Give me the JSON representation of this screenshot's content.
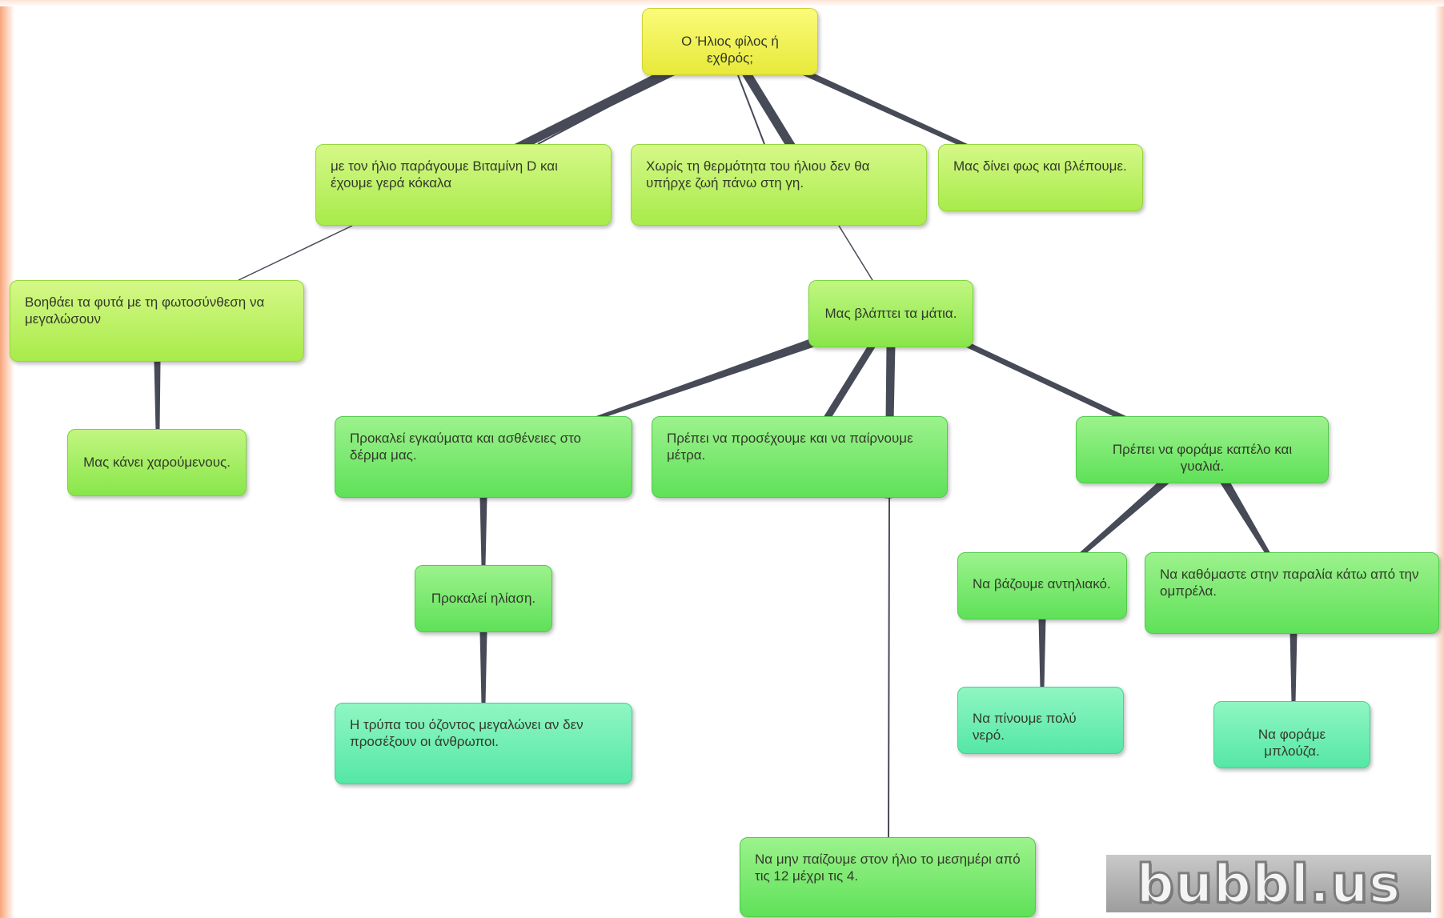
{
  "nodes": {
    "root": "Ο Ήλιος φίλος ή εχθρός;",
    "vitamin_d": "με τον ήλιο παράγουμε Βιταμίνη D και έχουμε γερά κόκαλα",
    "no_life": "Χωρίς τη θερμότητα του ήλιου δεν θα υπήρχε ζωή πάνω στη γη.",
    "light_see": "Μας δίνει φως και βλέπουμε.",
    "photosynthesis": "Βοηθάει τα φυτά με τη φωτοσύνθεση να μεγαλώσουν",
    "happy": "Μας κάνει χαρούμενους.",
    "harms_eyes": "Μας βλάπτει τα μάτια.",
    "burns": "Προκαλεί εγκαύματα και ασθένειες στο δέρμα μας.",
    "sunstroke": "Προκαλεί ηλίαση.",
    "ozone": "Η τρύπα του όζοντος μεγαλώνει αν δεν προσέξουν οι άνθρωποι.",
    "measures": "Πρέπει να προσέχουμε και να παίρνουμε μέτρα.",
    "noon": "Να μην παίζουμε στον ήλιο το μεσημέρι από τις 12 μέχρι τις 4.",
    "hat": "Πρέπει να φοράμε καπέλο και γυαλιά.",
    "sunscreen": "Να βάζουμε αντηλιακό.",
    "water": "Να πίνουμε πολύ νερό.",
    "umbrella": "Να καθόμαστε στην παραλία κάτω από την ομπρέλα.",
    "blouse": "Να φοράμε μπλούζα."
  },
  "watermark": "bubbl.us",
  "colors": {
    "root": "#f2f34f",
    "level1": "#b9f062",
    "level3": "#72e66c",
    "level4": "#6fecb3",
    "connector": "#474a57"
  }
}
